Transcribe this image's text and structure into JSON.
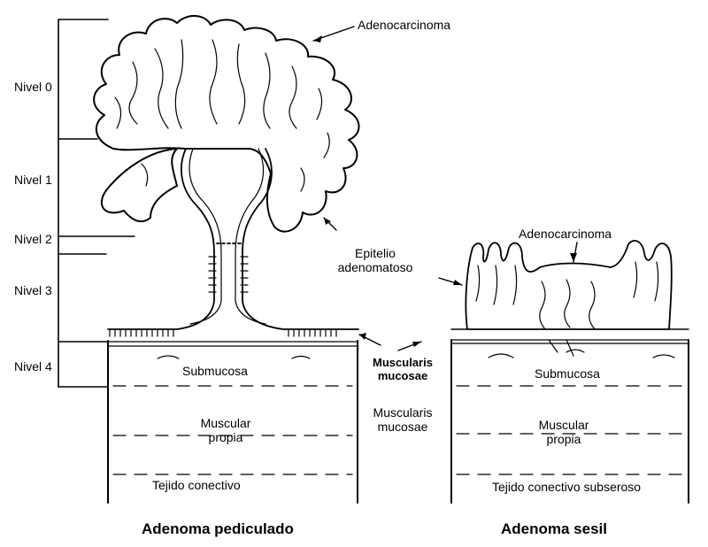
{
  "levels": [
    "Nivel 0",
    "Nivel 1",
    "Nivel 2",
    "Nivel 3",
    "Nivel 4"
  ],
  "pedunculated": {
    "top_label": "Adenocarcinoma",
    "epithelium_label": [
      "Epitelio",
      "adenomatoso"
    ],
    "submucosa": "Submucosa",
    "muscular_propia": [
      "Muscular",
      "propia"
    ],
    "tejido": "Tejido conectivo",
    "title": "Adenoma pediculado"
  },
  "middle": {
    "muscularis_bold": [
      "Muscularis",
      "mucosae"
    ],
    "muscularis_plain": [
      "Muscularis",
      "mucosae"
    ]
  },
  "sessile": {
    "top_label": "Adenocarcinoma",
    "submucosa": "Submucosa",
    "muscular_propia": [
      "Muscular",
      "propia"
    ],
    "tejido": "Tejido conectivo subseroso",
    "title": "Adenoma sesil"
  }
}
